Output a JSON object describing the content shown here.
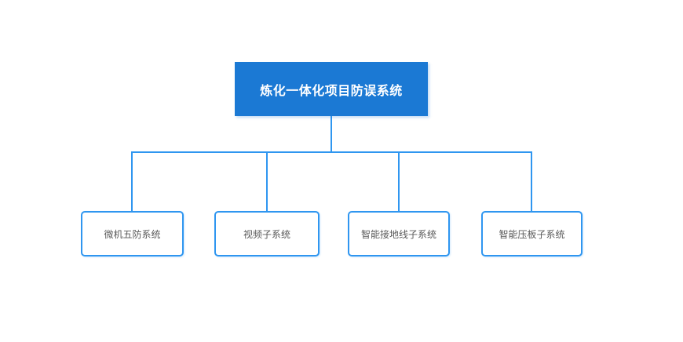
{
  "diagram": {
    "type": "org-tree",
    "root": {
      "label": "炼化一体化项目防误系统"
    },
    "children": [
      {
        "label": "微机五防系统"
      },
      {
        "label": "视频子系统"
      },
      {
        "label": "智能接地线子系统"
      },
      {
        "label": "智能压板子系统"
      }
    ]
  },
  "colors": {
    "canvas-bg": "#ffffff",
    "root-fill": "#1b79d4",
    "root-text": "#ffffff",
    "connector": "#2f96f0",
    "child-border": "#2f96f0",
    "child-fill": "#ffffff",
    "child-text": "#595959"
  }
}
